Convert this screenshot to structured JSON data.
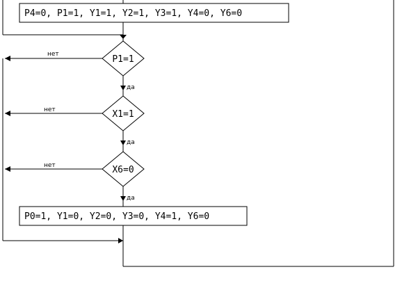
{
  "boxes": {
    "top": "P4=0,  P1=1,  Y1=1,  Y2=1,  Y3=1,  Y4=0,  Y6=0",
    "bottom": "P0=1,  Y1=0,  Y2=0,  Y3=0,  Y4=1,  Y6=0"
  },
  "decisions": [
    {
      "condition": "P1=1",
      "no_label": "нет",
      "yes_label": "да"
    },
    {
      "condition": "X1=1",
      "no_label": "нет",
      "yes_label": "да"
    },
    {
      "condition": "X6=0",
      "no_label": "нет",
      "yes_label": "да"
    }
  ]
}
